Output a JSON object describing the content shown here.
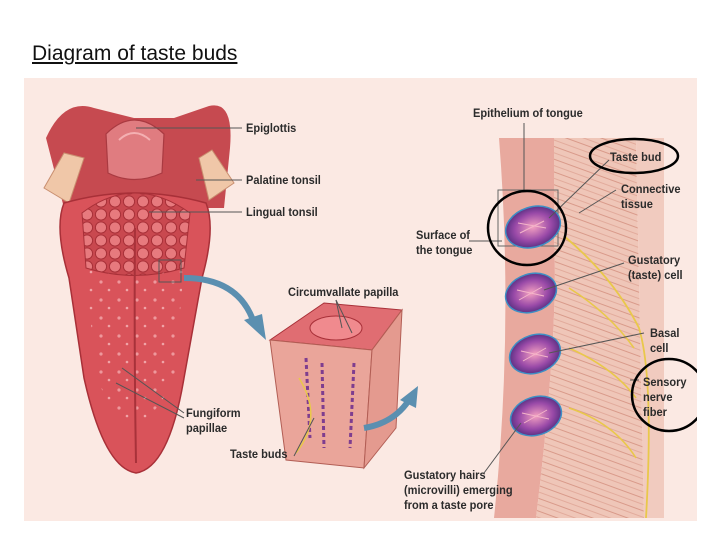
{
  "page": {
    "title": "Diagram of taste buds"
  },
  "labels": {
    "epiglottis": "Epiglottis",
    "palatine_tonsil": "Palatine tonsil",
    "lingual_tonsil": "Lingual tonsil",
    "fungiform_1": "Fungiform",
    "fungiform_2": "papillae",
    "circumvallate": "Circumvallate papilla",
    "taste_buds": "Taste buds",
    "epithelium": "Epithelium of tongue",
    "taste_bud": "Taste bud",
    "connective_1": "Connective",
    "connective_2": "tissue",
    "surface_1": "Surface of",
    "surface_2": "the tongue",
    "gustatory_cell_1": "Gustatory",
    "gustatory_cell_2": "(taste) cell",
    "basal_1": "Basal",
    "basal_2": "cell",
    "sensory_1": "Sensory",
    "sensory_2": "nerve",
    "sensory_3": "fiber",
    "hairs_1": "Gustatory hairs",
    "hairs_2": "(microvilli) emerging",
    "hairs_3": "from a taste pore"
  },
  "colors": {
    "tongue": "#d9535a",
    "tongue_dark": "#b8363f",
    "epithelium": "#e7a59c",
    "nerve": "#e9c84a",
    "bud": "#7e3d8f",
    "highlight": "#000000",
    "arrow": "#5b8fb0"
  }
}
